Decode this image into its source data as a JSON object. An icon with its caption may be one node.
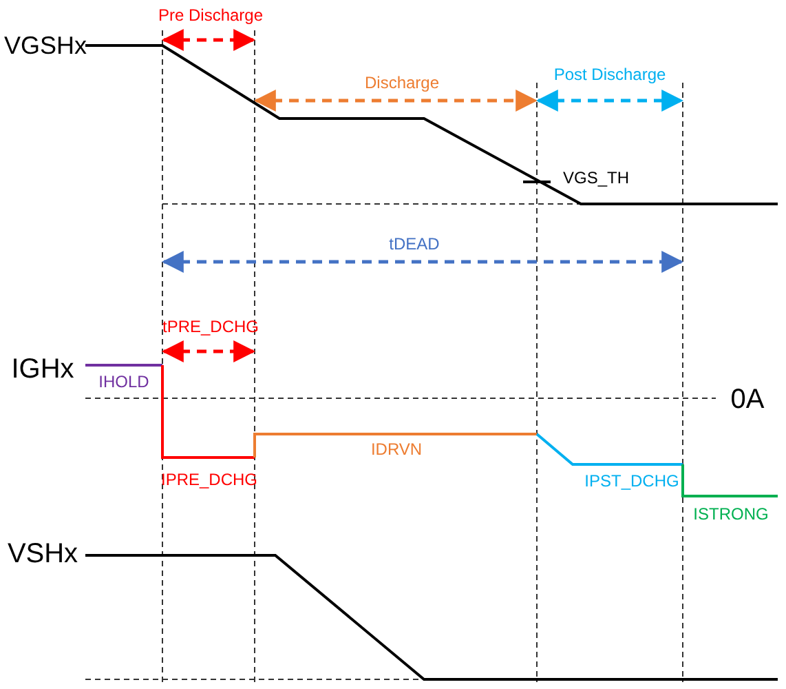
{
  "diagram": {
    "labels": [
      "Pre Discharge",
      "VGSHx",
      "Post Discharge",
      "Discharge",
      "VGS_TH",
      "tDEAD",
      "tPRE_DCHG",
      "IGHx",
      "IHOLD",
      "0A",
      "IDRVN",
      "IPRE_DCHG",
      "IPST_DCHG",
      "ISTRONG",
      "VSHx"
    ]
  }
}
